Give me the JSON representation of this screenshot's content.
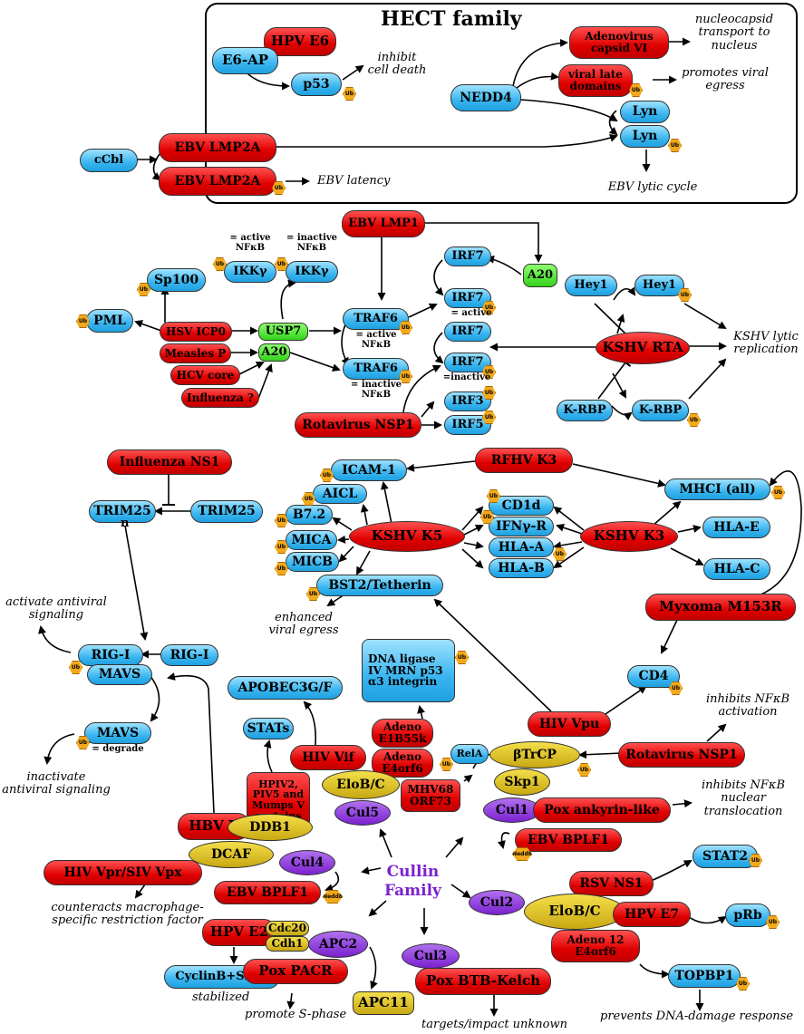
{
  "hect": {
    "title": "HECT family"
  },
  "cullin": {
    "line1": "Cullin",
    "line2": "Family"
  },
  "ub_tag": "Ub",
  "nedd8_tag": "Nedd8",
  "colors": {
    "viral": "#e00000",
    "host": "#3ab5ef",
    "dub": "#34d21c",
    "adaptor": "#c8a812",
    "cullin": "#7b21cf",
    "ub": "#f2a91b"
  },
  "nodes": {
    "hpv_e6": "HPV E6",
    "e6ap": "E6-AP",
    "p53": "p53",
    "adenovirus_capsid": "Adenovirus capsid VI",
    "viral_late_domains": "viral late domains",
    "nedd4": "NEDD4",
    "lyn1": "Lyn",
    "lyn2": "Lyn",
    "cbl": "cCbl",
    "lmp2a_1": "EBV LMP2A",
    "lmp2a_2": "EBV LMP2A",
    "lmp1": "EBV LMP1",
    "sp100": "Sp100",
    "ikk_active": "IKKγ",
    "ikk_inactive": "IKKγ",
    "pml": "PML",
    "hsv_icp0": "HSV ICP0",
    "measles_p": "Measles P",
    "hcv_core": "HCV core",
    "influenza_q": "Influenza ?",
    "usp7": "USP7",
    "a20_left": "A20",
    "traf6_a": "TRAF6",
    "traf6_b": "TRAF6",
    "irf7_1": "IRF7",
    "irf7_2": "IRF7",
    "irf7_3": "IRF7",
    "irf7_4": "IRF7",
    "irf3": "IRF3",
    "irf5": "IRF5",
    "a20_right": "A20",
    "rota_nsp1_top": "Rotavirus NSP1",
    "hey1_a": "Hey1",
    "hey1_b": "Hey1",
    "kshv_rta": "KSHV RTA",
    "krbp_a": "K-RBP",
    "krbp_b": "K-RBP",
    "influenza_ns1": "Influenza NS1",
    "trim25_a": "TRIM25",
    "trim25_b": "TRIM25",
    "rfhv_k3": "RFHV K3",
    "icam1": "ICAM-1",
    "aicl": "AICL",
    "b72": "B7.2",
    "mica": "MICA",
    "micb": "MICB",
    "kshv_k5": "KSHV K5",
    "bst2": "BST2/Tetherin",
    "cd1d": "CD1d",
    "ifngr": "IFNγ-R",
    "hla_a": "HLA-A",
    "hla_b": "HLA-B",
    "kshv_k3": "KSHV K3",
    "mhci": "MHCI (all)",
    "hla_e": "HLA-E",
    "hla_c": "HLA-C",
    "myxoma": "Myxoma M153R",
    "cd4": "CD4",
    "rigi_a": "RIG-I",
    "rigi_b": "RIG-I",
    "mavs_a": "MAVS",
    "mavs_b": "MAVS",
    "apobec": "APOBEC3G/F",
    "dna_ligase": "DNA ligase IV MRN p53 α3 integrin",
    "stats": "STATs",
    "adeno_e1b": "Adeno E1B55k",
    "adeno_e4orf6_a": "Adeno E4orf6",
    "hiv_vif": "HIV Vif",
    "hiv_vpu": "HIV Vpu",
    "btrcp": "βTrCP",
    "rota_nsp1_bot": "Rotavirus NSP1",
    "relA": "RelA",
    "hpiv": "HPIV2, PIV5 and Mumps V proteins",
    "elob_c_a": "EloB/C",
    "mhv68": "MHV68 ORF73",
    "skp1": "Skp1",
    "cul5": "Cul5",
    "cul1": "Cul1",
    "pox_ankyrin": "Pox ankyrin-like",
    "ebv_bplf1_a": "EBV BPLF1",
    "hbv_x": "HBV X",
    "ddb1": "DDB1",
    "dcaf": "DCAF",
    "cul4": "Cul4",
    "hiv_vpr": "HIV Vpr/SIV Vpx",
    "ebv_bplf1_b": "EBV BPLF1",
    "stat2": "STAT2",
    "rsv_ns1": "RSV NS1",
    "cul2": "Cul2",
    "elob_c_b": "EloB/C",
    "hpv_e7": "HPV E7",
    "prb": "pRb",
    "adeno_12": "Adeno 12 E4orf6",
    "hpv_e2": "HPV E2",
    "cdc20": "Cdc20",
    "cdh1": "Cdh1",
    "apc2": "APC2",
    "cyclinb": "CyclinB+Skp2",
    "pox_pacr": "Pox PACR",
    "apc11": "APC11",
    "cul3": "Cul3",
    "pox_btb": "Pox BTB-Kelch",
    "topbp1": "TOPBP1"
  },
  "labels": {
    "inhibit_cell_death": "inhibit cell death",
    "nucleocapsid": "nucleocapsid transport to nucleus",
    "promotes_egress": "promotes viral egress",
    "ebv_latency": "EBV latency",
    "ebv_lytic": "EBV lytic cycle",
    "kshv_lytic": "KSHV lytic replication",
    "enhanced_egress": "enhanced viral egress",
    "activate_antiviral": "activate antiviral signaling",
    "inactivate_antiviral": "inactivate antiviral signaling",
    "inhibits_nfkb_act": "inhibits NFκB activation",
    "inhibits_nfkb_nuc": "inhibits NFκB nuclear translocation",
    "counteracts": "counteracts macrophage-specific restriction factor",
    "stabilized": "stabilized",
    "promote_s": "promote S-phase",
    "targets_unknown": "targets/impact unknown",
    "prevents_dna": "prevents DNA-damage response"
  },
  "small": {
    "active_nfkb_ikk": "= active NFκB",
    "inactive_nfkb_ikk": "= inactive NFκB",
    "traf6_active": "= active NFκB",
    "traf6_inactive": "= inactive NFκB",
    "irf7_active": "= active",
    "irf7_inactive": "=inactive",
    "mavs_degrade": "= degrade",
    "trim_n": "n"
  }
}
